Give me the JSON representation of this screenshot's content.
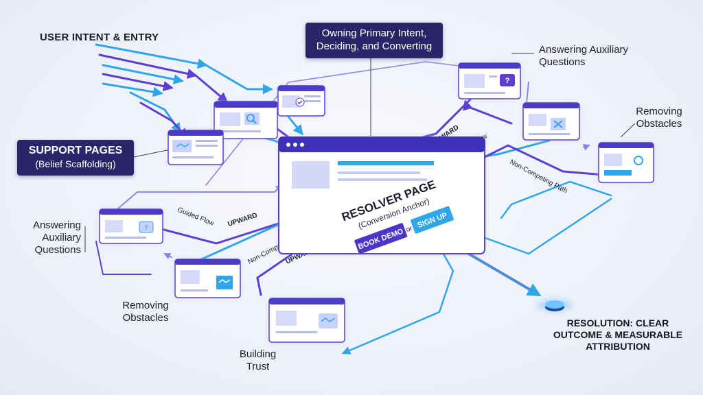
{
  "labels": {
    "user_intent": "USER INTENT & ENTRY",
    "owning_intent": "Owning Primary Intent, Deciding, and Converting",
    "support_pages_title": "SUPPORT PAGES",
    "support_pages_sub": "(Belief Scaffolding)",
    "answering_right": "Answering Auxiliary Questions",
    "removing_right": "Removing Obstacles",
    "answering_left": "Answering Auxiliary Questions",
    "removing_left": "Removing Obstacles",
    "building_trust": "Building Trust",
    "resolution": "RESOLUTION: CLEAR OUTCOME & MEASURABLE ATTRIBUTION"
  },
  "resolver": {
    "title": "RESOLVER PAGE",
    "subtitle": "(Conversion Anchor)",
    "cta_left": "BOOK DEMO",
    "cta_or": "or",
    "cta_right": "SIGN UP"
  },
  "flow_labels": {
    "upward_top": "UPWARD",
    "guided_flow_top": "Guided Flow",
    "non_competing_top": "Non-Competing Path",
    "guided_flow_left": "Guided Flow",
    "upward_left": "UPWARD",
    "non_competing_left": "Non-Competing Path",
    "upward_bottom": "UPWARD"
  },
  "icons": {
    "entry_check": "check-icon",
    "entry_search": "search-icon",
    "support_handshake": "handshake-icon",
    "aux_question_right": "question-icon",
    "obstacle_x_right": "x-icon",
    "obstacle_tools_right": "tools-icon",
    "aux_chat_left": "chat-question-icon",
    "obstacle_handshake_left": "handshake-icon",
    "trust_handshake": "handshake-icon",
    "resolution_node": "target-disc-icon"
  },
  "colors": {
    "purple": "#5b3fd1",
    "blue": "#2fa6e8",
    "navy": "#2a2468",
    "page_bg": "#ffffff"
  }
}
